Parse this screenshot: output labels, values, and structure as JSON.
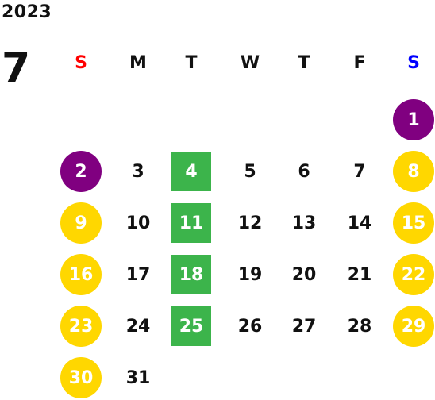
{
  "calendar": {
    "year": "2023",
    "month": "7",
    "weekdays": [
      {
        "label": "S",
        "color": "#ff0000"
      },
      {
        "label": "M",
        "color": "#111111"
      },
      {
        "label": "T",
        "color": "#111111"
      },
      {
        "label": "W",
        "color": "#111111"
      },
      {
        "label": "T",
        "color": "#111111"
      },
      {
        "label": "F",
        "color": "#111111"
      },
      {
        "label": "S",
        "color": "#0000ff"
      }
    ],
    "colors": {
      "holiday_purple": "#800080",
      "weekend_yellow": "#ffd700",
      "tuesday_green": "#3cb44b",
      "normal_text": "#111111"
    },
    "days": [
      {
        "day": "1",
        "style": "holiday_purple"
      },
      {
        "day": "2",
        "style": "holiday_purple"
      },
      {
        "day": "3",
        "style": "normal"
      },
      {
        "day": "4",
        "style": "tuesday_green"
      },
      {
        "day": "5",
        "style": "normal"
      },
      {
        "day": "6",
        "style": "normal"
      },
      {
        "day": "7",
        "style": "normal"
      },
      {
        "day": "8",
        "style": "weekend_yellow"
      },
      {
        "day": "9",
        "style": "weekend_yellow"
      },
      {
        "day": "10",
        "style": "normal"
      },
      {
        "day": "11",
        "style": "tuesday_green"
      },
      {
        "day": "12",
        "style": "normal"
      },
      {
        "day": "13",
        "style": "normal"
      },
      {
        "day": "14",
        "style": "normal"
      },
      {
        "day": "15",
        "style": "weekend_yellow"
      },
      {
        "day": "16",
        "style": "weekend_yellow"
      },
      {
        "day": "17",
        "style": "normal"
      },
      {
        "day": "18",
        "style": "tuesday_green"
      },
      {
        "day": "19",
        "style": "normal"
      },
      {
        "day": "20",
        "style": "normal"
      },
      {
        "day": "21",
        "style": "normal"
      },
      {
        "day": "22",
        "style": "weekend_yellow"
      },
      {
        "day": "23",
        "style": "weekend_yellow"
      },
      {
        "day": "24",
        "style": "normal"
      },
      {
        "day": "25",
        "style": "tuesday_green"
      },
      {
        "day": "26",
        "style": "normal"
      },
      {
        "day": "27",
        "style": "normal"
      },
      {
        "day": "28",
        "style": "normal"
      },
      {
        "day": "29",
        "style": "weekend_yellow"
      },
      {
        "day": "30",
        "style": "weekend_yellow"
      },
      {
        "day": "31",
        "style": "normal"
      }
    ]
  }
}
